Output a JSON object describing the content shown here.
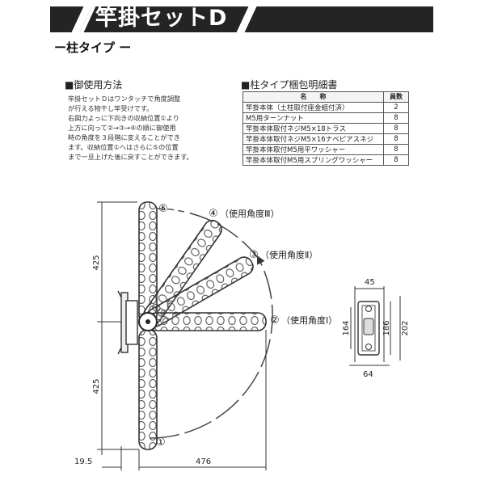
{
  "header": {
    "title": "竿掛セットD",
    "subtitle": "ー柱タイプ ー"
  },
  "usage": {
    "heading": "■御使用方法",
    "lines": [
      "竿掛セットＤはワンタッチで角度調整",
      "が行える物干し竿受けです。",
      "右図力よっに下向きの収納位置①より",
      "上方に向って②→③→④の順に御使用",
      "時の角度を３段階に変えることができ",
      "ます。収納位置①へはさらに⑤の位置",
      "まで一旦上げた後に戻すことができます。"
    ]
  },
  "parts_table": {
    "heading": "■柱タイプ梱包明細書",
    "col_name": "名　　称",
    "col_qty": "員数",
    "rows": [
      {
        "name": "竿掛本体（土柱取付座金組付済）",
        "qty": "2"
      },
      {
        "name": "M5用ターンナット",
        "qty": "8"
      },
      {
        "name": "竿掛本体取付ネジM5×18トラス",
        "qty": "8"
      },
      {
        "name": "竿掛本体取付ネジM5×16ナベピアスネジ",
        "qty": "8"
      },
      {
        "name": "竿掛本体取付M5用平ワッシャー",
        "qty": "8"
      },
      {
        "name": "竿掛本体取付M5用スプリングワッシャー",
        "qty": "8"
      }
    ]
  },
  "diagram": {
    "positions": [
      {
        "mark": "①",
        "label": ""
      },
      {
        "mark": "②",
        "label": "（使用角度Ⅰ）"
      },
      {
        "mark": "③",
        "label": "（使用角度Ⅱ）"
      },
      {
        "mark": "④",
        "label": "（使用角度Ⅲ）"
      },
      {
        "mark": "⑤",
        "label": ""
      }
    ],
    "dims": {
      "upper_height": "425",
      "lower_height": "425",
      "offset": "19.5",
      "arm_length": "476"
    }
  },
  "bracket": {
    "top_width": "45",
    "bottom_width": "64",
    "height_inner": "164",
    "height_mid": "186",
    "height_outer": "202"
  }
}
